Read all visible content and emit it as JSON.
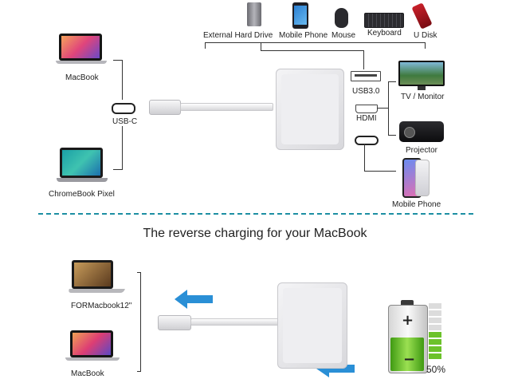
{
  "top": {
    "devices": {
      "external_hard_drive": "External Hard Drive",
      "mobile_phone": "Mobile Phone",
      "mouse": "Mouse",
      "keyboard": "Keyboard",
      "u_disk": "U Disk"
    },
    "left": {
      "macbook": "MacBook",
      "usb_c": "USB-C",
      "chromebook": "ChromeBook Pixel"
    },
    "ports": {
      "usb3": "USB3.0",
      "hdmi": "HDMI"
    },
    "right": {
      "tv_monitor": "TV / Monitor",
      "projector": "Projector",
      "mobile_phone": "Mobile Phone"
    }
  },
  "heading": "The reverse charging for your MacBook",
  "bottom": {
    "formacbook": "FORMacbook12\"",
    "macbook": "MacBook",
    "battery_percent": "50%"
  },
  "colors": {
    "arrow": "#2a8fd6",
    "divider": "#1d8fa3",
    "battery_green": "#5bbf21"
  },
  "icons": [
    "laptop-icon",
    "hard-drive-icon",
    "phone-icon",
    "mouse-icon",
    "keyboard-icon",
    "usb-disk-icon",
    "tv-icon",
    "projector-icon",
    "battery-icon",
    "arrow-left-icon"
  ]
}
